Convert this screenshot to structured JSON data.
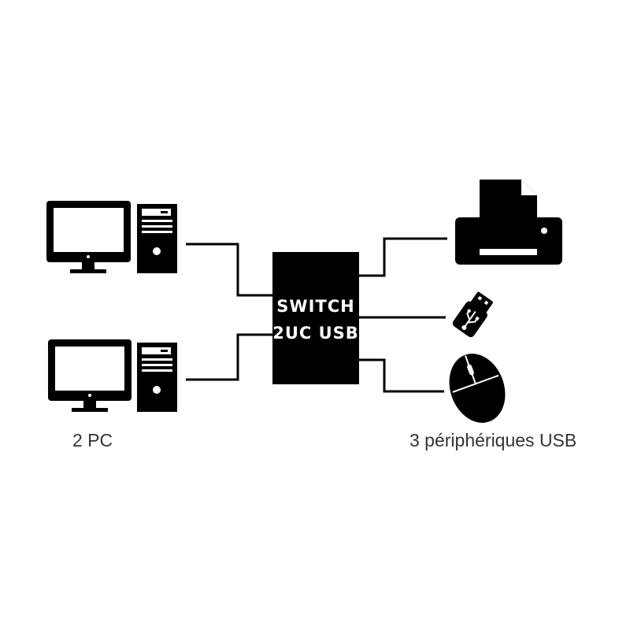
{
  "switch": {
    "line1": "SWITCH",
    "line2": "2UC USB"
  },
  "captions": {
    "computers": "2 PC",
    "peripherals": "3 périphériques USB"
  },
  "devices": {
    "computers": [
      "computer",
      "computer"
    ],
    "peripherals": [
      "printer",
      "usb-flash-drive",
      "mouse"
    ]
  },
  "colors": {
    "ink": "#000000",
    "caption": "#333333",
    "background": "#ffffff"
  }
}
